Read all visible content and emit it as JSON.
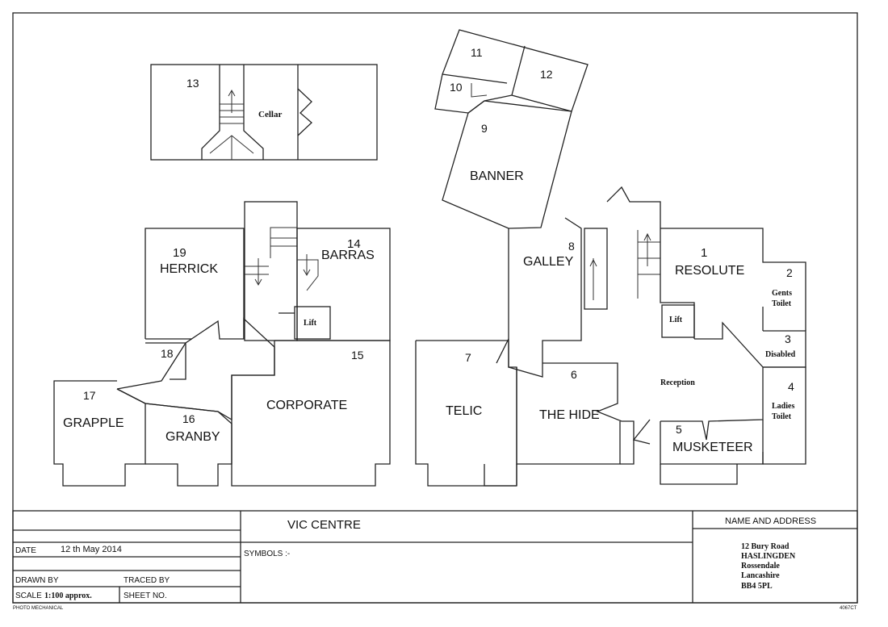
{
  "rooms": [
    {
      "number": "1",
      "name": "RESOLUTE"
    },
    {
      "number": "2",
      "name": "Gents\nToilet"
    },
    {
      "number": "3",
      "name": "Disabled"
    },
    {
      "number": "4",
      "name": "Ladies\nToilet"
    },
    {
      "number": "5",
      "name": "MUSKETEER"
    },
    {
      "number": "6",
      "name": "THE HIDE"
    },
    {
      "number": "7",
      "name": "TELIC"
    },
    {
      "number": "8",
      "name": "GALLEY"
    },
    {
      "number": "9",
      "name": "BANNER"
    },
    {
      "number": "10",
      "name": ""
    },
    {
      "number": "11",
      "name": ""
    },
    {
      "number": "12",
      "name": ""
    },
    {
      "number": "13",
      "name": ""
    },
    {
      "number": "14",
      "name": "BARRAS"
    },
    {
      "number": "15",
      "name": ""
    },
    {
      "number": "16",
      "name": "GRANBY"
    },
    {
      "number": "17",
      "name": "GRAPPLE"
    },
    {
      "number": "18",
      "name": ""
    },
    {
      "number": "19",
      "name": "HERRICK"
    }
  ],
  "labels": {
    "cellar": "Cellar",
    "lift": "Lift",
    "reception": "Reception",
    "corporate": "CORPORATE"
  },
  "title_block": {
    "title": "VIC CENTRE",
    "name_address_header": "NAME AND ADDRESS",
    "address_lines": [
      "12 Bury Road",
      "HASLINGDEN",
      "Rossendale",
      "Lancashire",
      "BB4 5PL"
    ],
    "date_label": "DATE",
    "date_value": "12 th May 2014",
    "symbols_label": "SYMBOLS :-",
    "drawn_by_label": "DRAWN BY",
    "traced_by_label": "TRACED BY",
    "scale_label": "SCALE",
    "scale_value": "1:100 approx.",
    "sheet_no_label": "SHEET NO.",
    "footer_left": "PHOTO MECHANICAL",
    "footer_right": "4067CT"
  }
}
